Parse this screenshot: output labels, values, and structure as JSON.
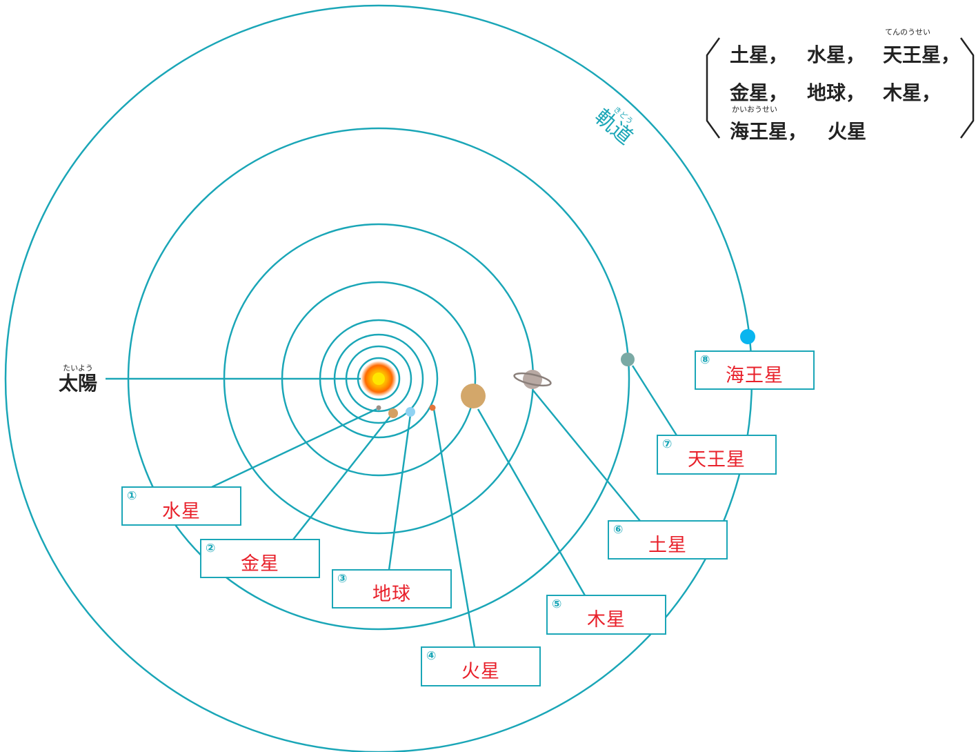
{
  "sun": {
    "name": "太陽",
    "ruby": "たいよう"
  },
  "orbit_label": {
    "text": "軌道",
    "ruby": "きどう"
  },
  "word_bank": {
    "row1": [
      "土星，",
      "水星，",
      "天王星，"
    ],
    "row1_ruby": "てんのうせい",
    "row2": [
      "金星，",
      "地球，",
      "木星，"
    ],
    "row3": [
      "海王星，",
      "火星"
    ],
    "row3_ruby": "かいおうせい"
  },
  "planets": [
    {
      "number": "①",
      "name": "水星",
      "color": "#9a8f86"
    },
    {
      "number": "②",
      "name": "金星",
      "color": "#d4a062"
    },
    {
      "number": "③",
      "name": "地球",
      "color": "#8fd2f2"
    },
    {
      "number": "④",
      "name": "火星",
      "color": "#e2743a"
    },
    {
      "number": "⑤",
      "name": "木星",
      "color": "#d3a76a"
    },
    {
      "number": "⑥",
      "name": "土星",
      "color": "#b8a9a3"
    },
    {
      "number": "⑦",
      "name": "天王星",
      "color": "#7aa9a4"
    },
    {
      "number": "⑧",
      "name": "海王星",
      "color": "#09b5ef"
    }
  ],
  "colors": {
    "orbit": "#1aa6b7",
    "answer": "#e8202a",
    "sun_core": "#ffd200",
    "sun_glow": "#ff6a00"
  }
}
